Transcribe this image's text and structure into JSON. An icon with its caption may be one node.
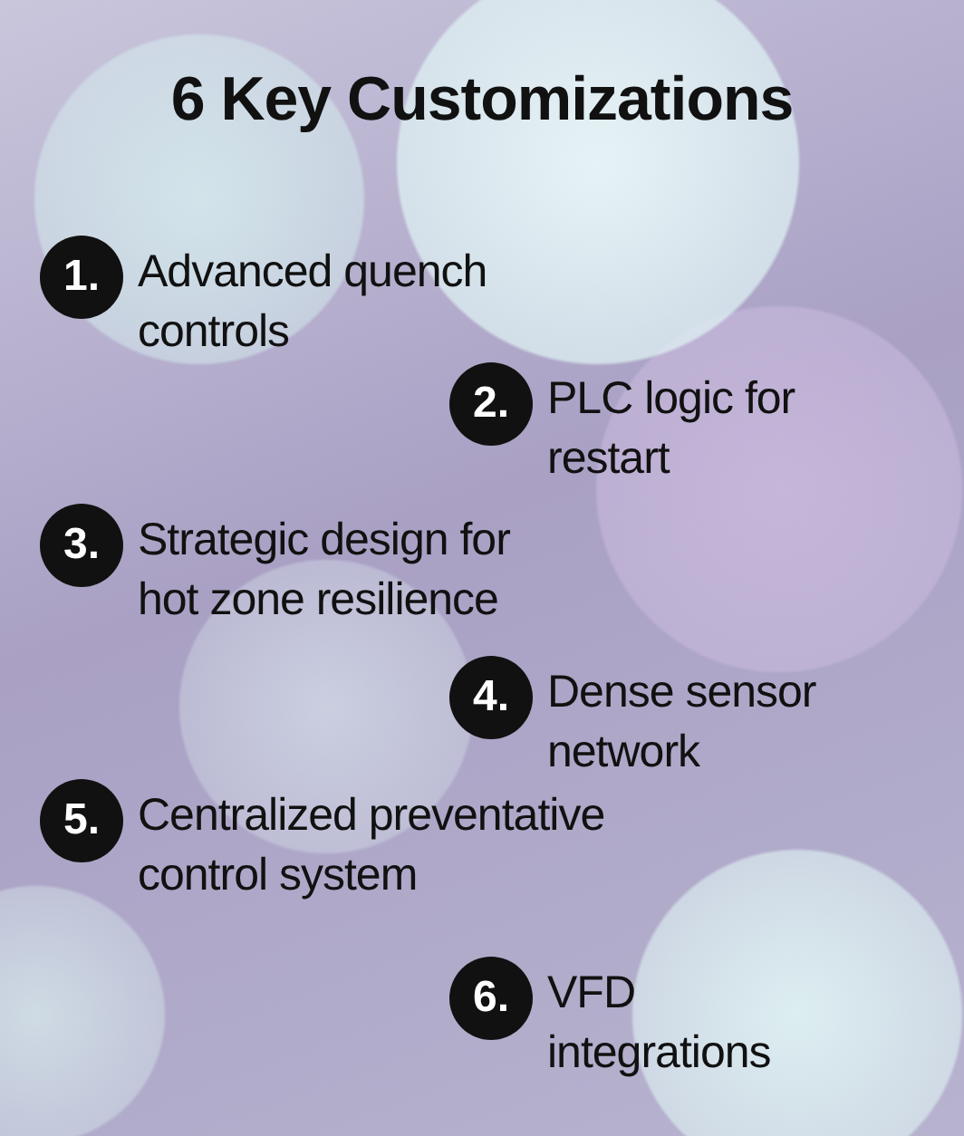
{
  "diagram": {
    "title": "6 Key Customizations",
    "labels": [
      "1.",
      "Advanced quench controls",
      "2.",
      "PLC logic for restart",
      "3.",
      "Strategic design for hot zone resilience",
      "4.",
      "Dense sensor network",
      "5.",
      "Centralized preventative control system",
      "6.",
      "VFD integrations"
    ]
  }
}
